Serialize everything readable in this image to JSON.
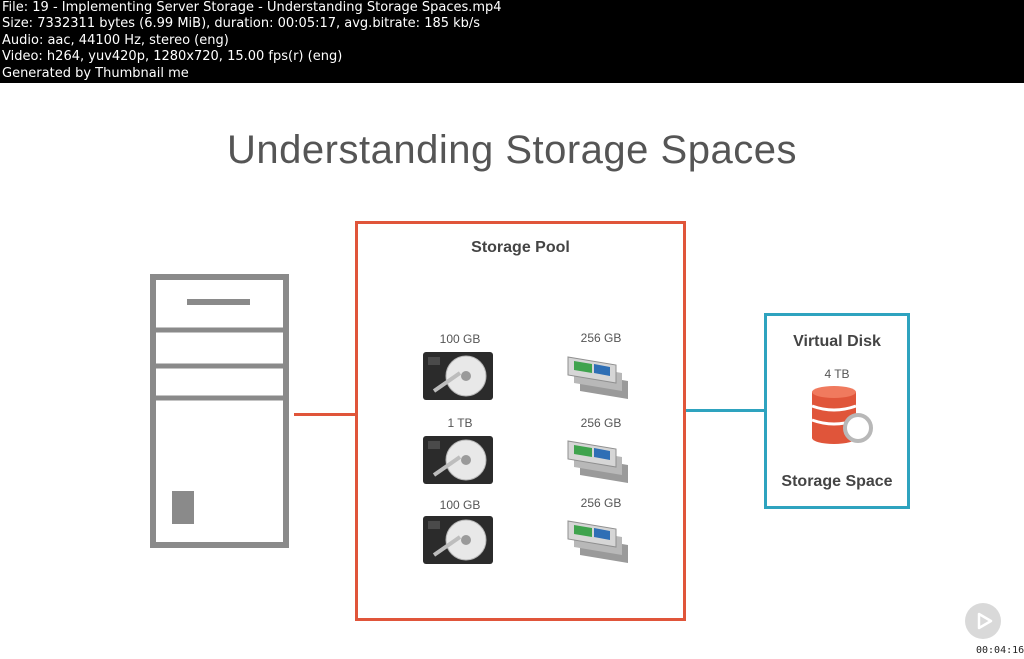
{
  "info": {
    "file": "File: 19 - Implementing Server Storage - Understanding Storage Spaces.mp4",
    "size": "Size: 7332311 bytes (6.99 MiB), duration: 00:05:17, avg.bitrate: 185 kb/s",
    "audio": "Audio: aac, 44100 Hz, stereo (eng)",
    "video": "Video: h264, yuv420p, 1280x720, 15.00 fps(r) (eng)",
    "generator": "Generated by Thumbnail me"
  },
  "slide": {
    "title": "Understanding Storage Spaces"
  },
  "storage_pool": {
    "title": "Storage Pool",
    "hdds": [
      {
        "label": "100 GB"
      },
      {
        "label": "1 TB"
      },
      {
        "label": "100 GB"
      }
    ],
    "ssds": [
      {
        "label": "256 GB"
      },
      {
        "label": "256 GB"
      },
      {
        "label": "256 GB"
      }
    ]
  },
  "virtual_disk": {
    "title": "Virtual Disk",
    "size": "4 TB",
    "subtitle": "Storage Space"
  },
  "player": {
    "timestamp": "00:04:16"
  },
  "colors": {
    "pool_border": "#e0553a",
    "virtual_disk_border": "#2ea3bf",
    "server_gray": "#8a8a8a",
    "db_orange": "#e0553a"
  }
}
